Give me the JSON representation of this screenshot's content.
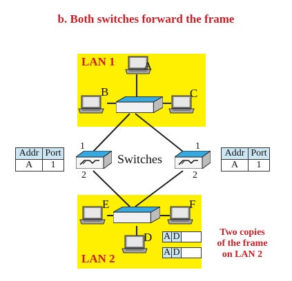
{
  "title": "b. Both switches forward the frame",
  "lans": {
    "lan1": {
      "label": "LAN 1"
    },
    "lan2": {
      "label": "LAN 2"
    }
  },
  "nodes": {
    "a": "A",
    "b": "B",
    "c": "C",
    "d": "D",
    "e": "E",
    "f": "F"
  },
  "switches_label": "Switches",
  "ports": {
    "left_top": "1",
    "left_bottom": "2",
    "right_top": "1",
    "right_bottom": "2"
  },
  "tables": {
    "left": {
      "headers": [
        "Addr",
        "Port"
      ],
      "row": [
        "A",
        "1"
      ]
    },
    "right": {
      "headers": [
        "Addr",
        "Port"
      ],
      "row": [
        "A",
        "1"
      ]
    }
  },
  "frames": [
    {
      "src": "A",
      "dst": "D"
    },
    {
      "src": "A",
      "dst": "D"
    }
  ],
  "note": [
    "Two copies",
    "of the frame",
    "on LAN 2"
  ],
  "colors": {
    "lan_fill": "#ffef00",
    "switch_top": "#37a8e0",
    "title": "#cc1c24",
    "table_header": "#cde6f3"
  },
  "icons": {
    "laptop": "laptop-icon",
    "hub": "hub-icon",
    "switch": "switch-icon"
  }
}
